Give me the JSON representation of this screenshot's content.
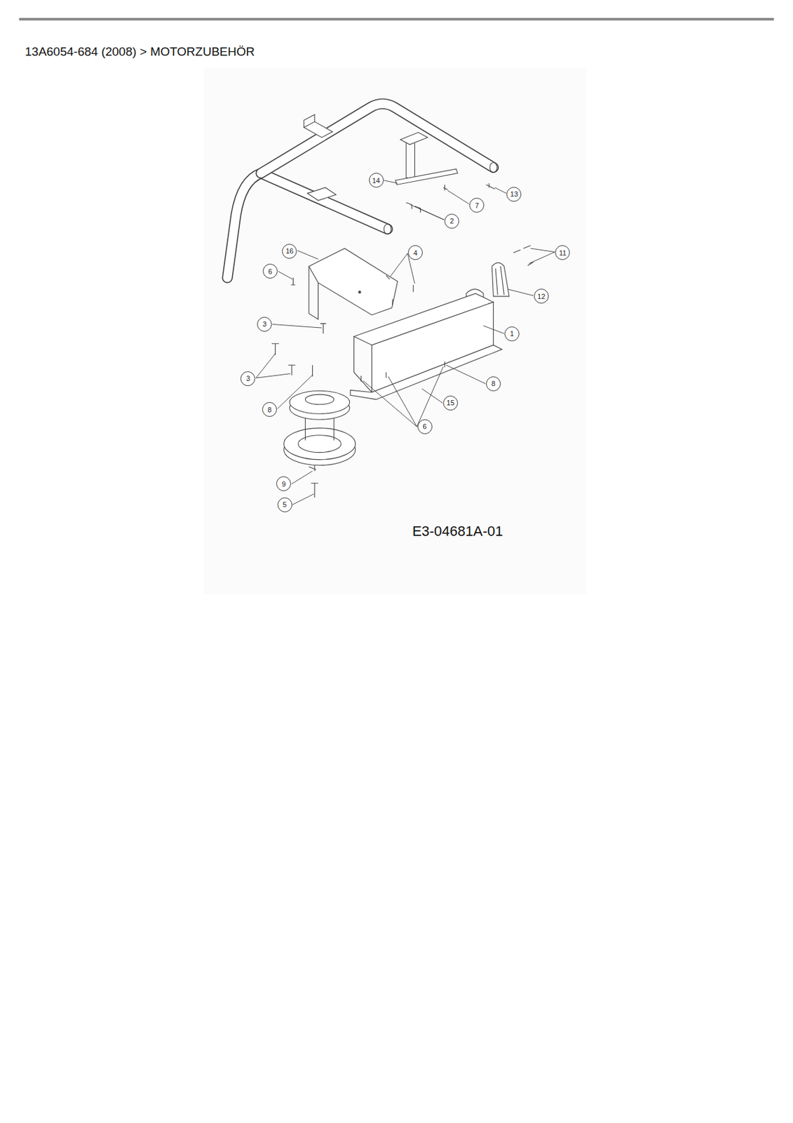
{
  "diagram": {
    "title": "13A6054-684 (2008) > MOTORZUBEHÖR",
    "labels": [
      "14",
      "7",
      "13",
      "2",
      "16",
      "4",
      "11",
      "6",
      "12",
      "3",
      "1",
      "8",
      "3",
      "8",
      "15",
      "6",
      "9",
      "5",
      "E3-04681A-01"
    ]
  }
}
